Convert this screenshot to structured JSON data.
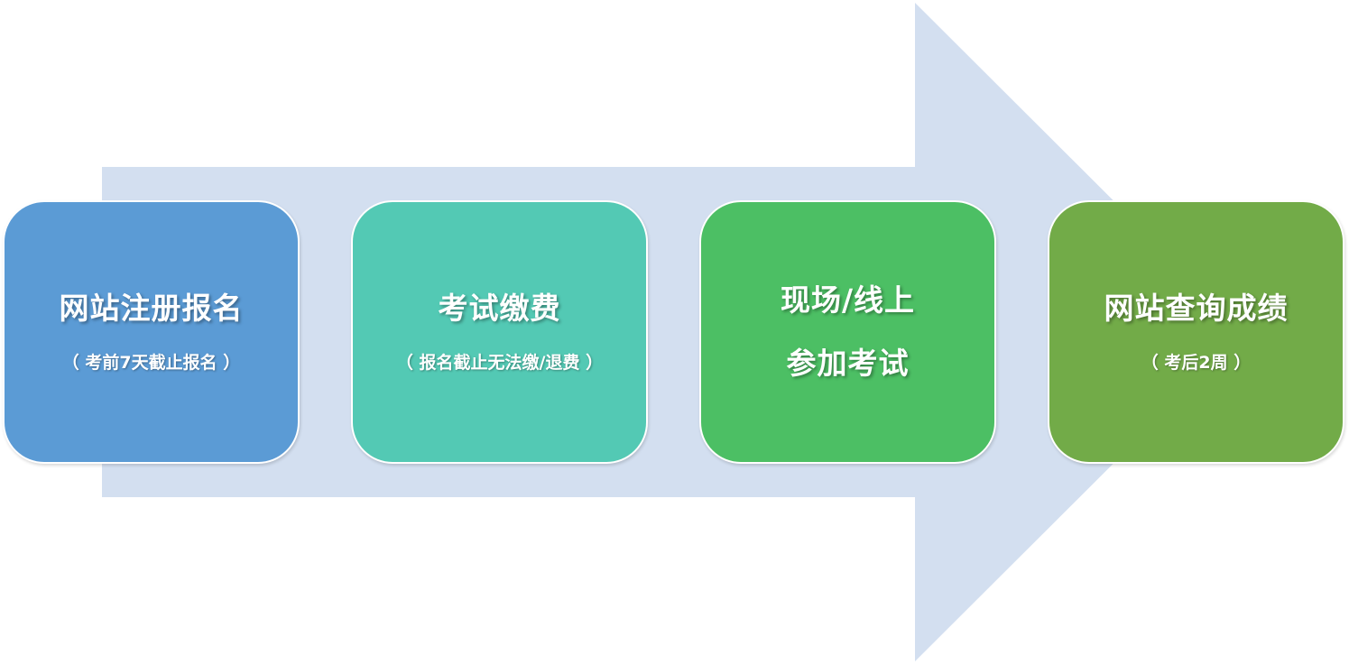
{
  "arrow": {
    "color": "#d3dff0"
  },
  "steps": [
    {
      "title": "网站注册报名",
      "subtitle": "（ 考前7天截止报名 ）",
      "color": "#5b9bd5"
    },
    {
      "title": "考试缴费",
      "subtitle": "（ 报名截止无法缴/退费 ）",
      "color": "#53c9b4"
    },
    {
      "title_line1": "现场/线上",
      "title_line2": "参加考试",
      "color": "#4cbf64"
    },
    {
      "title": "网站查询成绩",
      "subtitle": "（ 考后2周 ）",
      "color": "#72ab48"
    }
  ]
}
